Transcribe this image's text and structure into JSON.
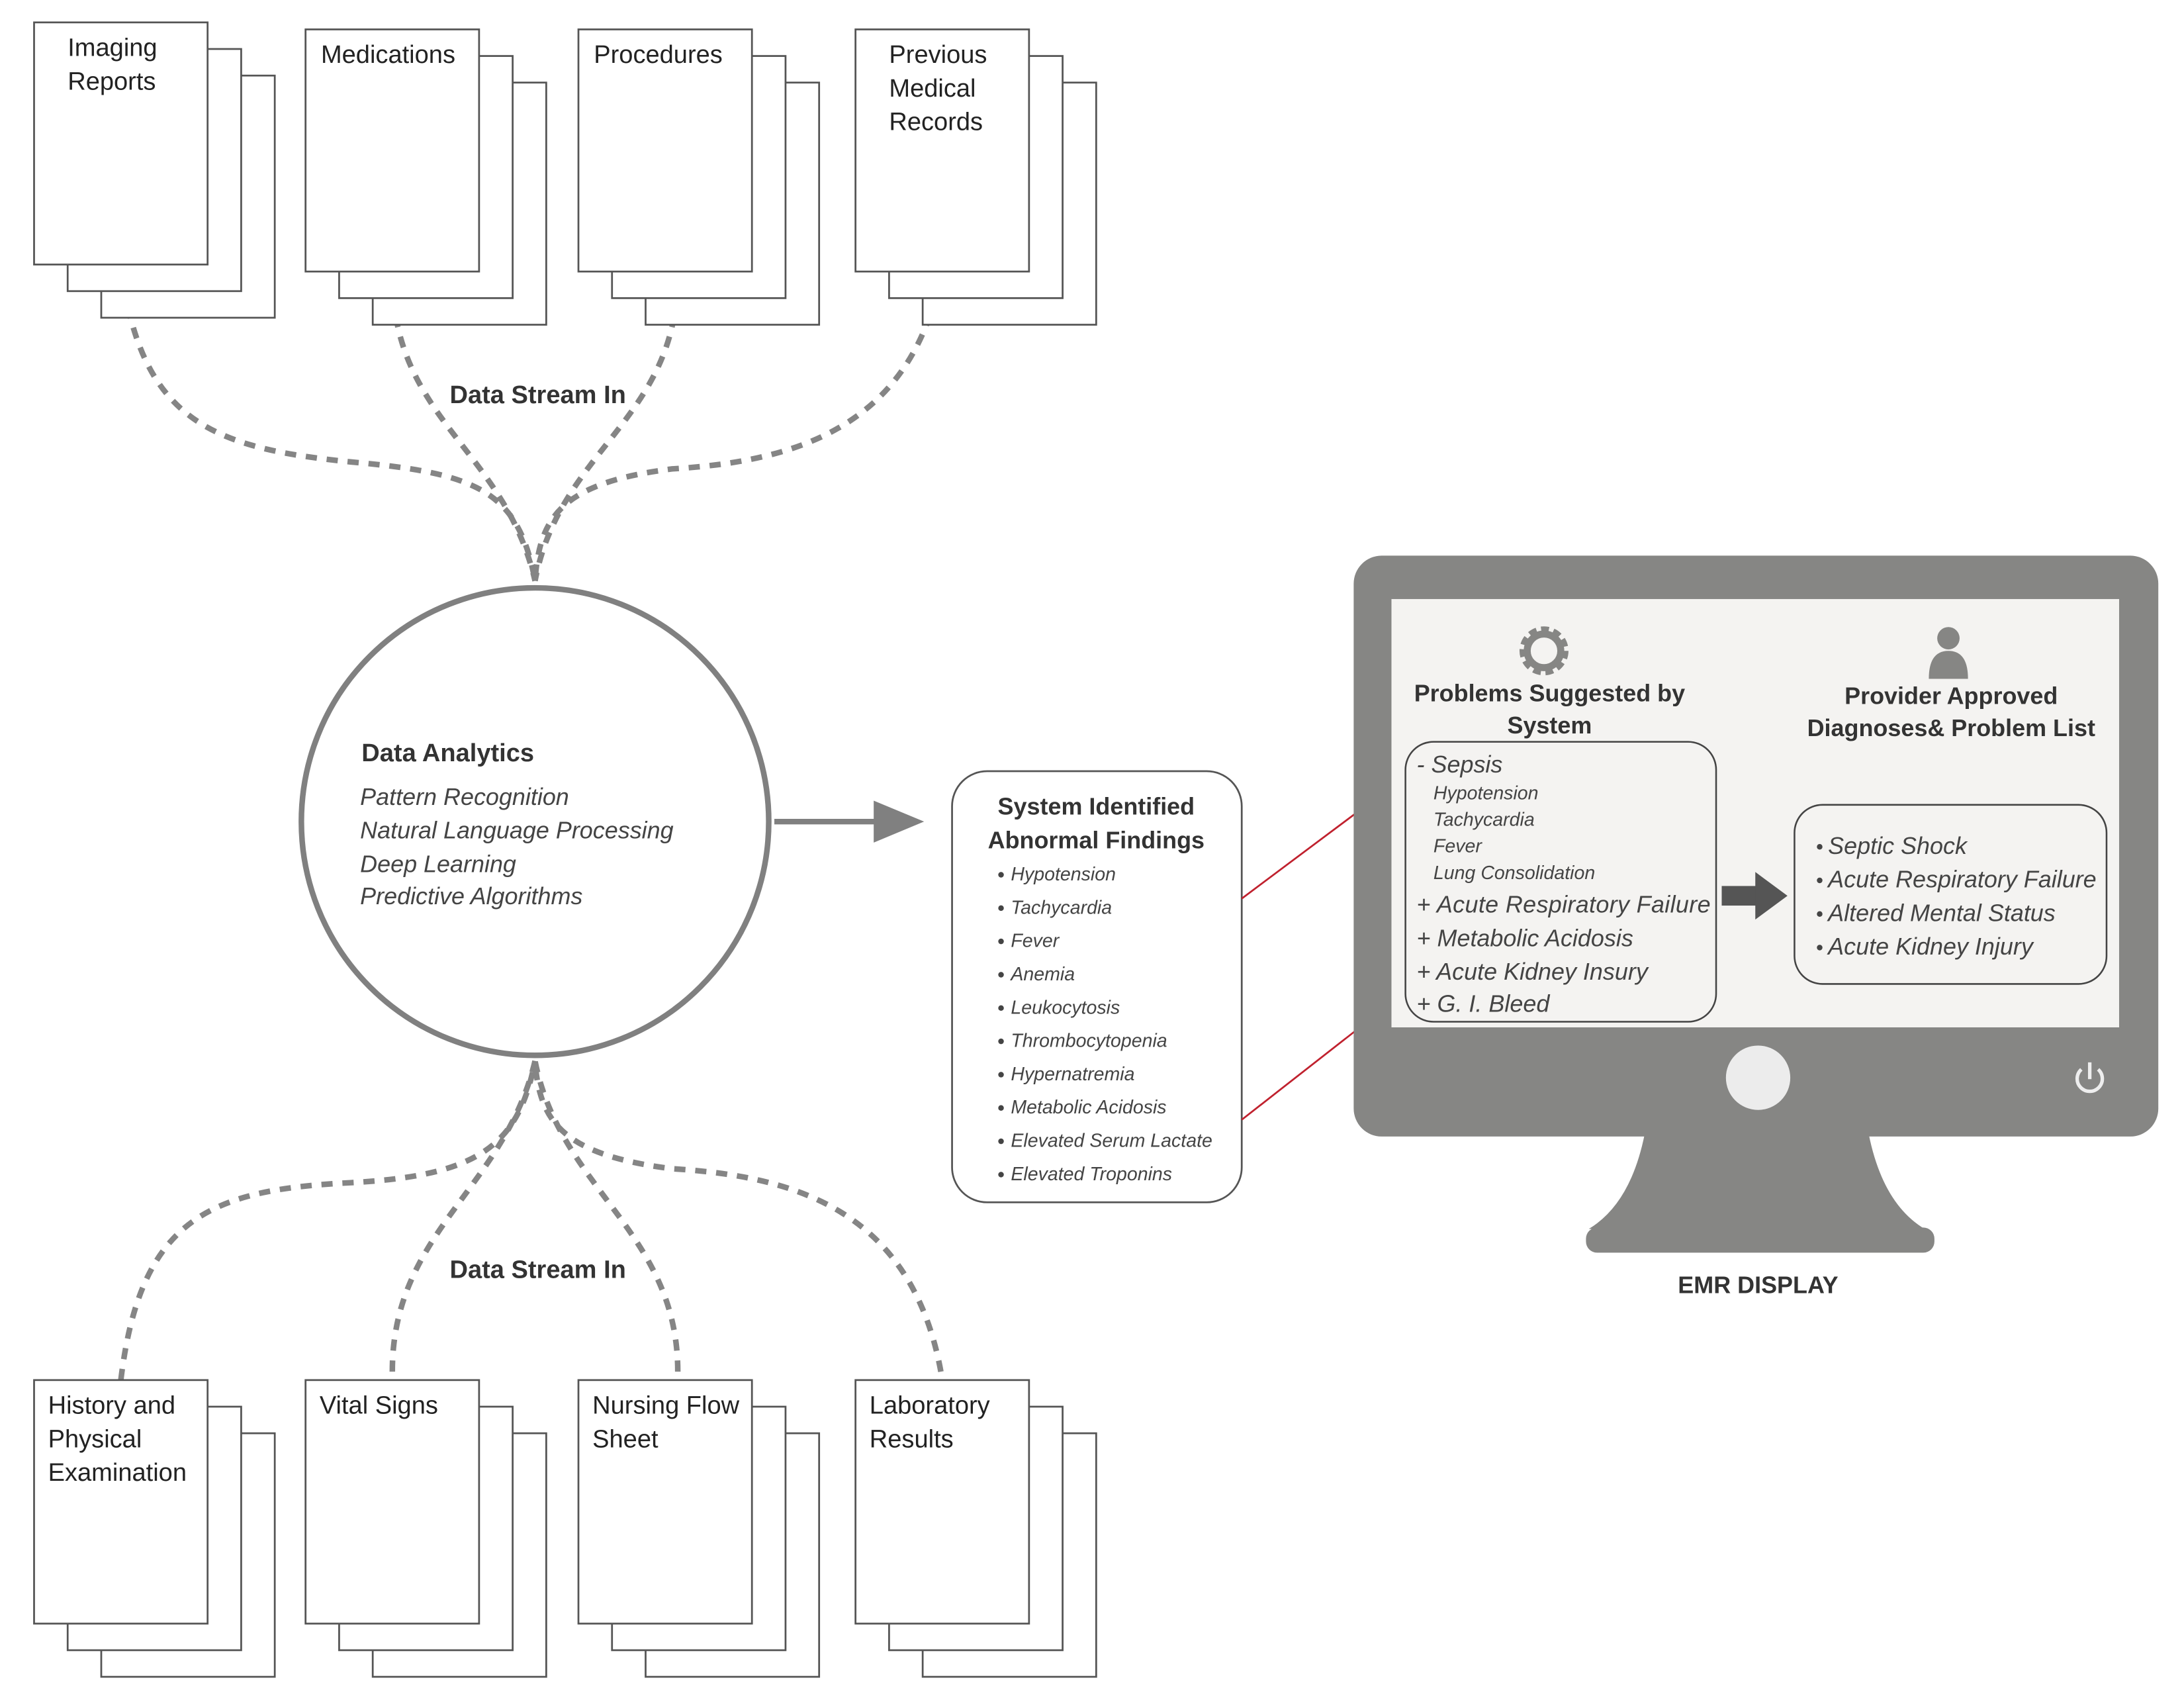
{
  "sources_top": [
    {
      "lines": [
        "Imaging",
        "Reports"
      ]
    },
    {
      "lines": [
        "Medications"
      ]
    },
    {
      "lines": [
        "Procedures"
      ]
    },
    {
      "lines": [
        "Previous",
        "Medical",
        "Records"
      ]
    }
  ],
  "sources_bottom": [
    {
      "lines": [
        "History and",
        "Physical",
        "Examination"
      ]
    },
    {
      "lines": [
        "Vital Signs"
      ]
    },
    {
      "lines": [
        "Nursing Flow",
        "Sheet"
      ]
    },
    {
      "lines": [
        "Laboratory",
        "Results"
      ]
    }
  ],
  "stream_top_label": "Data Stream In",
  "stream_bottom_label": "Data Stream In",
  "analytics": {
    "title": "Data Analytics",
    "items": [
      "Pattern Recognition",
      "Natural Language Processing",
      "Deep Learning",
      "Predictive Algorithms"
    ]
  },
  "findings": {
    "title_lines": [
      "System Identified",
      "Abnormal Findings"
    ],
    "items": [
      "Hypotension",
      "Tachycardia",
      "Fever",
      "Anemia",
      "Leukocytosis",
      "Thrombocytopenia",
      "Hypernatremia",
      "Metabolic Acidosis",
      "Elevated Serum Lactate",
      "Elevated Troponins"
    ]
  },
  "emr": {
    "label": "EMR DISPLAY",
    "suggested": {
      "icon": "gear-icon",
      "title_lines": [
        "Problems Suggested by",
        "System"
      ],
      "expanded": {
        "label": "- Sepsis",
        "children": [
          "Hypotension",
          "Tachycardia",
          "Fever",
          "Lung Consolidation"
        ]
      },
      "collapsed": [
        "+ Acute Respiratory Failure",
        "+ Metabolic Acidosis",
        "+ Acute Kidney Insury",
        "+ G. I. Bleed"
      ]
    },
    "approved": {
      "icon": "person-icon",
      "title_lines": [
        "Provider Approved",
        "Diagnoses& Problem List"
      ],
      "items": [
        "Septic Shock",
        "Acute Respiratory Failure",
        "Altered Mental Status",
        "Acute Kidney Injury"
      ]
    },
    "colors": {
      "monitor": "#868684",
      "screen": "#f4f3f1",
      "connector": "#c0212e"
    }
  }
}
